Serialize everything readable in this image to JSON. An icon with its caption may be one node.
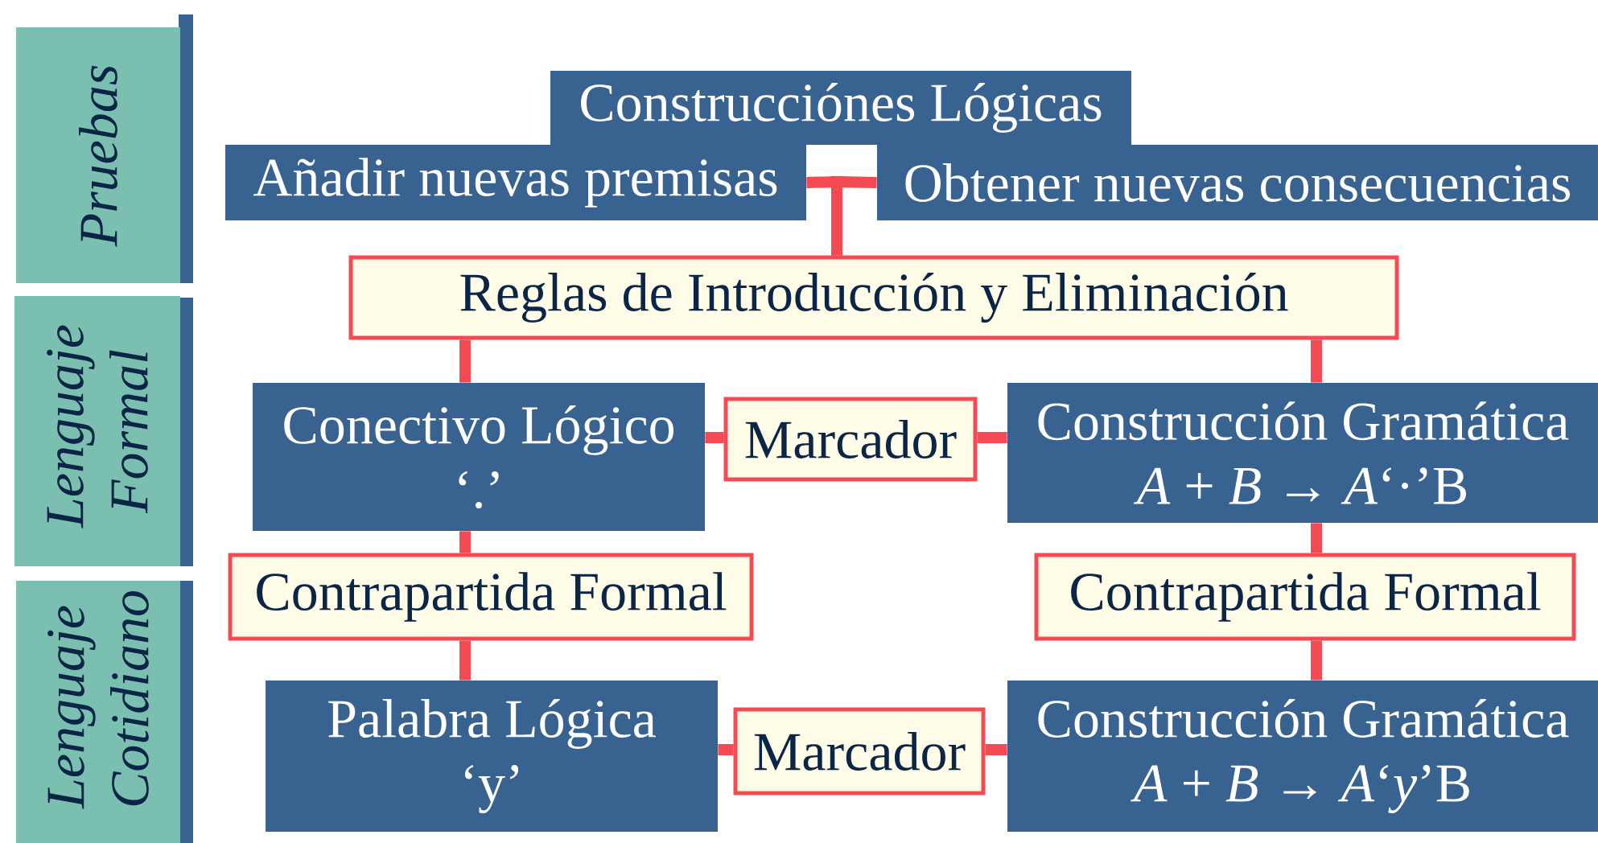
{
  "diagram": {
    "nodes": [
      {
        "text": [
          "Pruebas"
        ]
      },
      {
        "text": [
          "Lenguaje Formal"
        ]
      },
      {
        "text": [
          "Lenguaje Cotidiano"
        ]
      },
      {
        "text": [
          "Construcciónes Lógicas"
        ]
      },
      {
        "text": [
          "Añadir nuevas premisas"
        ]
      },
      {
        "text": [
          "Obtener nuevas consecuencias"
        ]
      },
      {
        "text": [
          "Reglas de Introducción y Eliminación"
        ]
      },
      {
        "text": [
          "Conectivo Lógico",
          "‘.’"
        ]
      },
      {
        "text": [
          "Marcador"
        ]
      },
      {
        "text": [
          "Construcción Gramática",
          "*A* + *B* → *A*‘·’B"
        ]
      },
      {
        "text": [
          "Contrapartida Formal"
        ]
      },
      {
        "text": [
          "Contrapartida Formal"
        ]
      },
      {
        "text": [
          "Palabra Lógica",
          "‘y’"
        ]
      },
      {
        "text": [
          "Marcador"
        ]
      },
      {
        "text": [
          "Construcción Gramática",
          "*A* + *B* → *A*‘*y*’B"
        ]
      }
    ],
    "edges": [
      {
        "from": 4,
        "to": 6,
        "arrow": "none"
      },
      {
        "from": 5,
        "to": 6,
        "arrow": "none"
      },
      {
        "from": 6,
        "to": 7,
        "arrow": "none"
      },
      {
        "from": 6,
        "to": 9,
        "arrow": "none"
      },
      {
        "from": 7,
        "to": 8,
        "arrow": "none"
      },
      {
        "from": 8,
        "to": 9,
        "arrow": "none"
      },
      {
        "from": 7,
        "to": 10,
        "arrow": "none"
      },
      {
        "from": 10,
        "to": 12,
        "arrow": "none"
      },
      {
        "from": 9,
        "to": 11,
        "arrow": "none"
      },
      {
        "from": 11,
        "to": 14,
        "arrow": "none"
      },
      {
        "from": 12,
        "to": 13,
        "arrow": "none"
      },
      {
        "from": 13,
        "to": 14,
        "arrow": "none"
      }
    ]
  }
}
